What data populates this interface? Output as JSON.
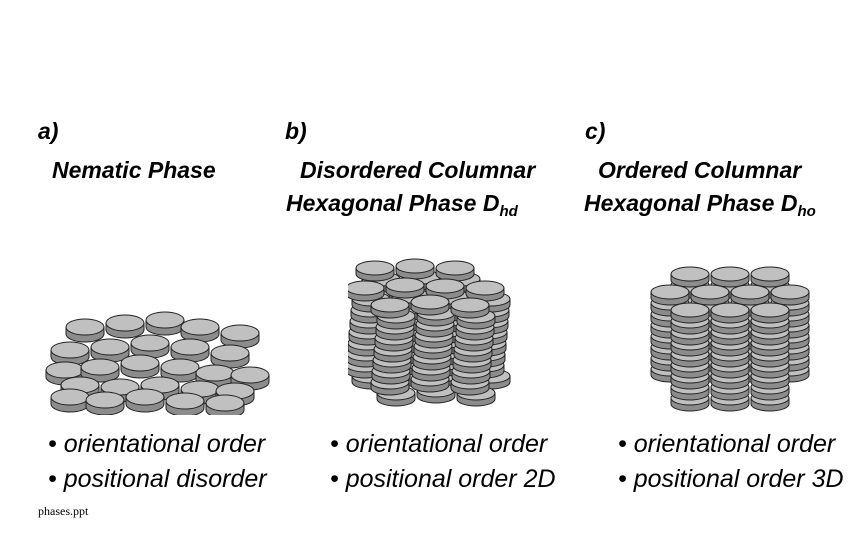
{
  "panels": [
    {
      "letter": "a)",
      "title_line1": "Nematic Phase",
      "title_line2": "",
      "subscript": "",
      "bullets": [
        "• orientational order",
        "• positional disorder"
      ],
      "tag": "nematic"
    },
    {
      "letter": "b)",
      "title_line1": "Disordered Columnar",
      "title_line2": "Hexagonal Phase D",
      "subscript": "hd",
      "bullets": [
        "• orientational order",
        "• positional order 2D"
      ],
      "tag": "columnar-disordered"
    },
    {
      "letter": "c)",
      "title_line1": "Ordered Columnar",
      "title_line2": "Hexagonal Phase D",
      "subscript": "ho",
      "bullets": [
        "• orientational order",
        "• positional order 3D"
      ],
      "tag": "columnar-ordered"
    }
  ],
  "footer": "phases.ppt",
  "colors": {
    "disc_top": "#c0c0c0",
    "disc_side": "#8c8c8c",
    "disc_outline": "#222222"
  }
}
